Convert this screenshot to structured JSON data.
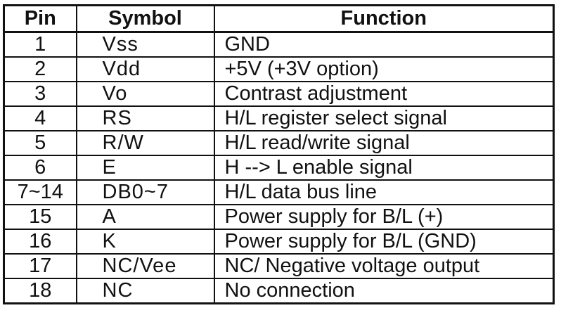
{
  "table": {
    "headers": [
      "Pin",
      "Symbol",
      "Function"
    ],
    "rows": [
      [
        "1",
        "Vss",
        "GND"
      ],
      [
        "2",
        "Vdd",
        "+5V (+3V option)"
      ],
      [
        "3",
        "Vo",
        "Contrast adjustment"
      ],
      [
        "4",
        "RS",
        "H/L register select signal"
      ],
      [
        "5",
        "R/W",
        "H/L read/write signal"
      ],
      [
        "6",
        "E",
        "H --> L enable signal"
      ],
      [
        "7~14",
        "DB0~7",
        "H/L data bus line"
      ],
      [
        "15",
        "A",
        "Power supply for B/L (+)"
      ],
      [
        "16",
        "K",
        "Power supply for B/L (GND)"
      ],
      [
        "17",
        "NC/Vee",
        "NC/ Negative voltage output"
      ],
      [
        "18",
        "NC",
        "No connection"
      ]
    ]
  }
}
